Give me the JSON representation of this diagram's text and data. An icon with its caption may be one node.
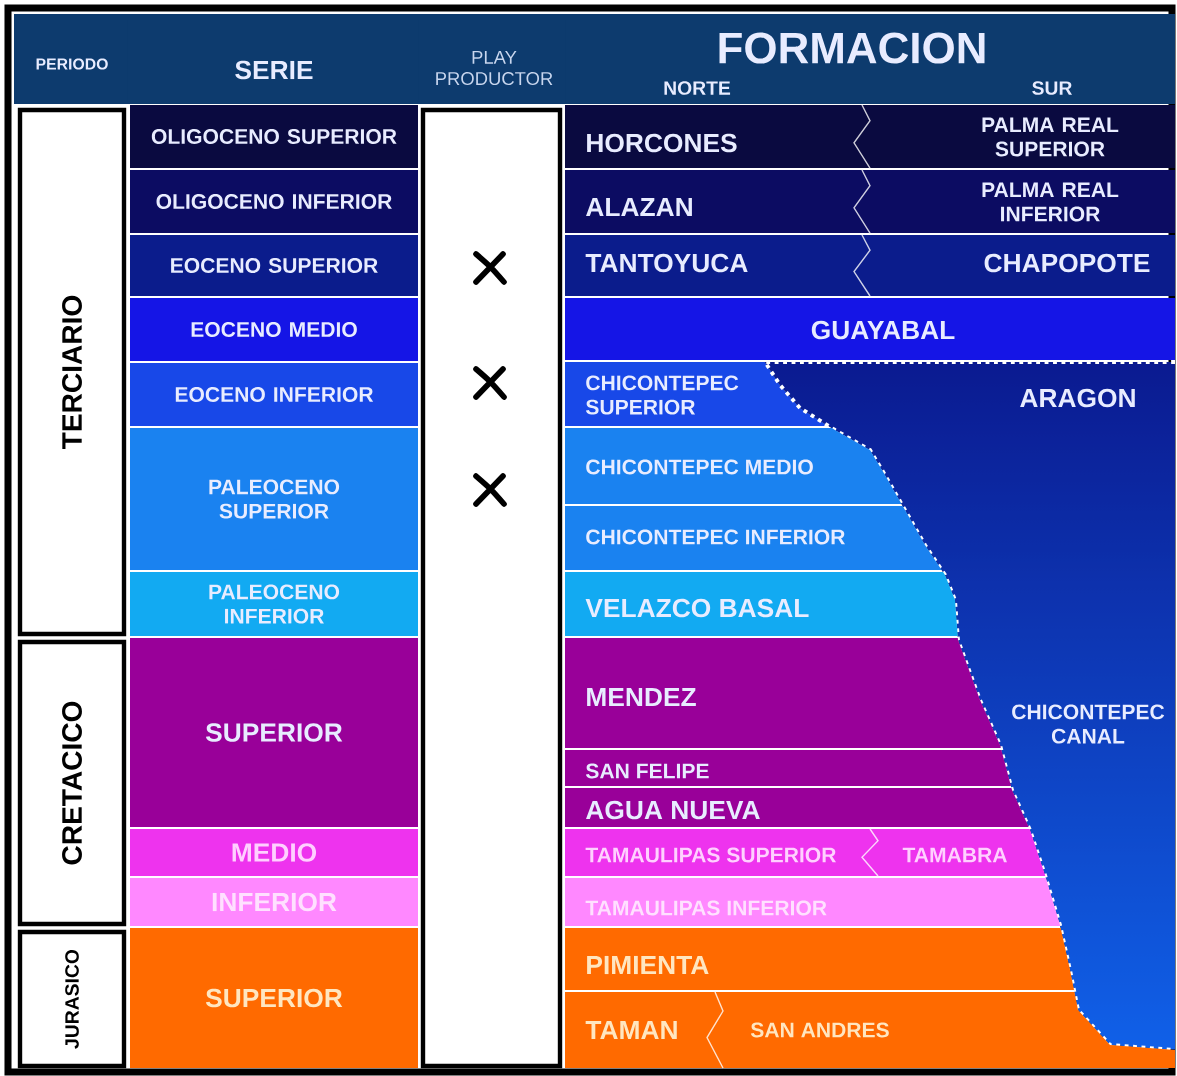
{
  "diagram": {
    "nodes": [
      {
        "text": [
          "PERIODO"
        ]
      },
      {
        "text": [
          "SERIE"
        ]
      },
      {
        "text": [
          "PLAY PRODUCTOR"
        ]
      },
      {
        "text": [
          "FORMACION",
          "NORTE",
          "SUR"
        ]
      },
      {
        "text": [
          "TERCIARIO"
        ]
      },
      {
        "text": [
          "CRETACICO"
        ]
      },
      {
        "text": [
          "JURASICO"
        ]
      },
      {
        "text": [
          "OLIGOCENO SUPERIOR"
        ]
      },
      {
        "text": [
          "OLIGOCENO INFERIOR"
        ]
      },
      {
        "text": [
          "EOCENO SUPERIOR"
        ]
      },
      {
        "text": [
          "EOCENO MEDIO"
        ]
      },
      {
        "text": [
          "EOCENO INFERIOR"
        ]
      },
      {
        "text": [
          "PALEOCENO SUPERIOR"
        ]
      },
      {
        "text": [
          "PALEOCENO INFERIOR"
        ]
      },
      {
        "text": [
          "SUPERIOR"
        ]
      },
      {
        "text": [
          "MEDIO"
        ]
      },
      {
        "text": [
          "INFERIOR"
        ]
      },
      {
        "text": [
          "SUPERIOR"
        ]
      },
      {
        "text": [],
        "shape": "box"
      },
      {
        "text": [
          "HORCONES",
          "PALMA REAL SUPERIOR"
        ]
      },
      {
        "text": [
          "ALAZAN",
          "PALMA REAL INFERIOR"
        ]
      },
      {
        "text": [
          "TANTOYUCA",
          "CHAPOPOTE"
        ]
      },
      {
        "text": [
          "GUAYABAL"
        ]
      },
      {
        "text": [
          "CHICONTEPEC SUPERIOR"
        ]
      },
      {
        "text": [
          "ARAGON",
          "CHICONTEPEC CANAL"
        ]
      },
      {
        "text": [
          "CHICONTEPEC MEDIO"
        ]
      },
      {
        "text": [
          "CHICONTEPEC INFERIOR"
        ]
      },
      {
        "text": [
          "VELAZCO BASAL"
        ]
      },
      {
        "text": [
          "MENDEZ"
        ]
      },
      {
        "text": [
          "SAN FELIPE"
        ]
      },
      {
        "text": [
          "AGUA NUEVA"
        ]
      },
      {
        "text": [
          "TAMAULIPAS SUPERIOR",
          "TAMABRA"
        ]
      },
      {
        "text": [
          "TAMAULIPAS INFERIOR"
        ]
      },
      {
        "text": [
          "PIMIENTA"
        ]
      },
      {
        "text": [
          "TAMAN",
          "SAN ANDRES"
        ]
      }
    ]
  }
}
